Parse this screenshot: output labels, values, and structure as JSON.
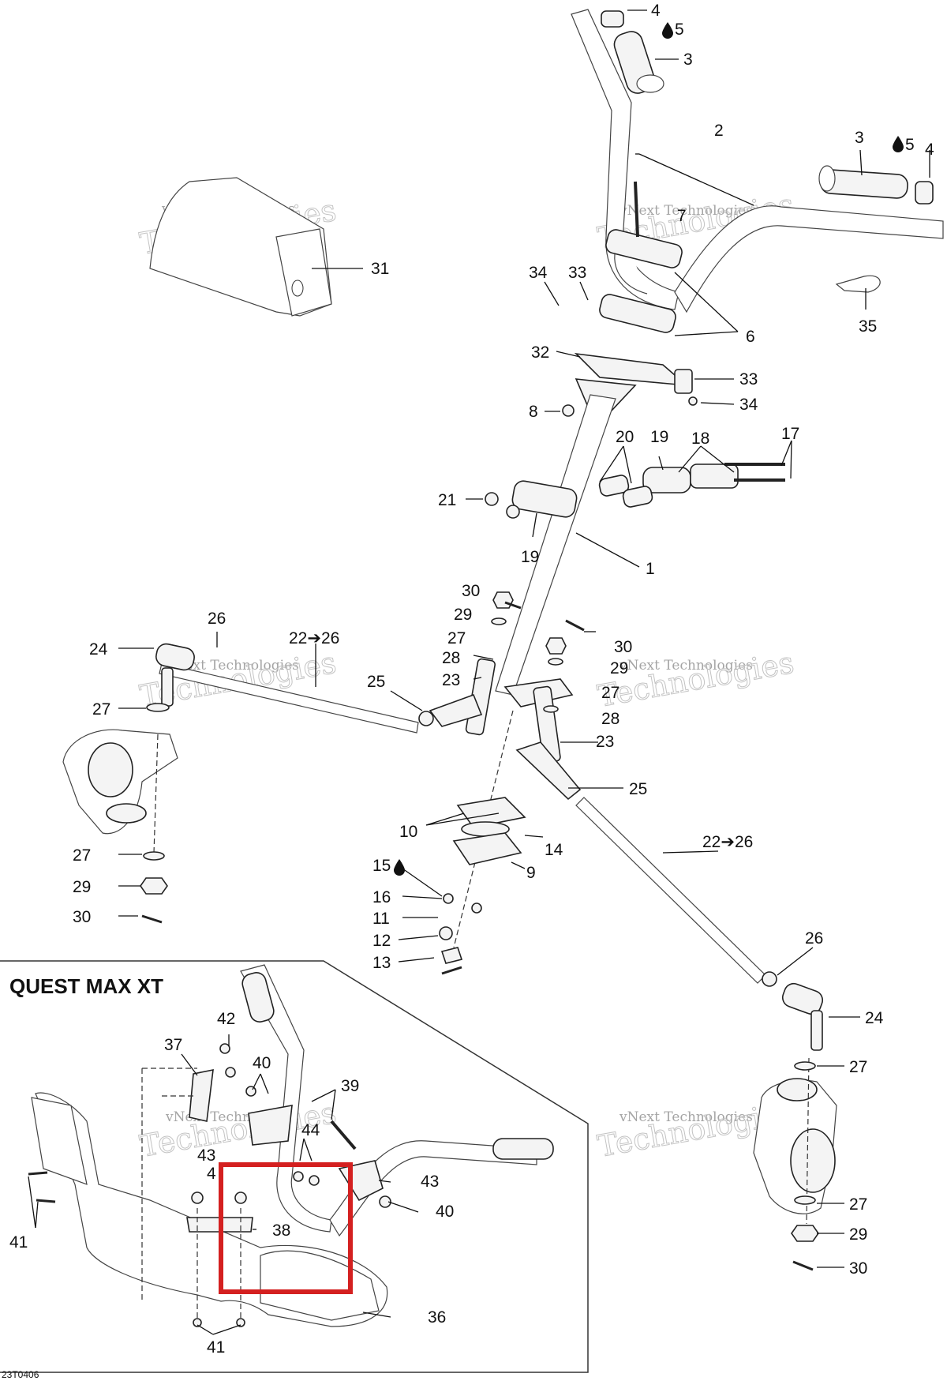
{
  "diagram": {
    "inset_title": "QUEST MAX XT",
    "drawing_ref": "23T0406",
    "watermark_line1": "vNext Technologies",
    "watermark_line2": "Technologies",
    "highlight_color": "#d42020",
    "callouts": {
      "c4a": "4",
      "c5a": "5",
      "c3a": "3",
      "c2": "2",
      "c3b": "3",
      "c5b": "5",
      "c4b": "4",
      "c7": "7",
      "c31": "31",
      "c34a": "34",
      "c33a": "33",
      "c35": "35",
      "c6": "6",
      "c32": "32",
      "c33b": "33",
      "c34b": "34",
      "c8": "8",
      "c20": "20",
      "c19a": "19",
      "c18": "18",
      "c17": "17",
      "c21": "21",
      "c19b": "19",
      "c1": "1",
      "c30a": "30",
      "c26a": "26",
      "c22a": "22➔26",
      "c24a": "24",
      "c29a": "29",
      "c27a": "27",
      "c30b": "30",
      "c25a": "25",
      "c28a": "28",
      "c29b": "29",
      "c27b": "27",
      "c27c": "27",
      "c23a": "23",
      "c28b": "28",
      "c23b": "23",
      "c25b": "25",
      "c10": "10",
      "c14": "14",
      "c9": "9",
      "c15": "15",
      "c16": "16",
      "c11": "11",
      "c12": "12",
      "c13": "13",
      "c27d": "27",
      "c29c": "29",
      "c30c": "30",
      "c22b": "22➔26",
      "c26b": "26",
      "c24b": "24",
      "c27e": "27",
      "c27f": "27",
      "c29d": "29",
      "c30d": "30",
      "c42": "42",
      "c37": "37",
      "c40a": "40",
      "c39": "39",
      "c44": "44",
      "c43a": "43",
      "c4c": "4",
      "c38": "38",
      "c43b": "43",
      "c40b": "40",
      "c41a": "41",
      "c36": "36",
      "c41b": "41"
    },
    "icons": {
      "oil_drop": "oil-drop-icon",
      "arrow": "arrow-right-icon"
    }
  }
}
